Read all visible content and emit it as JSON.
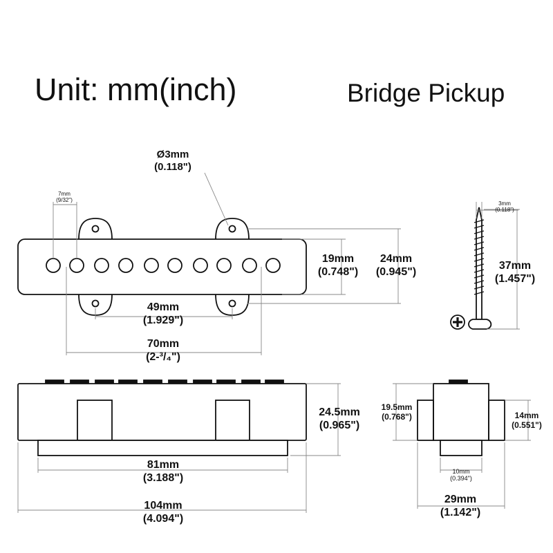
{
  "header": {
    "unit_label": "Unit: mm(inch)",
    "pickup_name": "Bridge Pickup"
  },
  "top_view": {
    "hole_diameter": {
      "mm": "Ø3mm",
      "inch": "(0.118\")"
    },
    "pole_spacing": {
      "mm": "7mm",
      "inch": "(9/32\")"
    },
    "inner_width": {
      "mm": "19mm",
      "inch": "(0.748\")"
    },
    "outer_width": {
      "mm": "24mm",
      "inch": "(0.945\")"
    },
    "mount_hole_spacing": {
      "mm": "49mm",
      "inch": "(1.929\")"
    },
    "pole_span": {
      "mm": "70mm",
      "inch": "(2-³/₄\")"
    }
  },
  "screw": {
    "diameter": {
      "mm": "3mm",
      "inch": "(0.118\")"
    },
    "length": {
      "mm": "37mm",
      "inch": "(1.457\")"
    }
  },
  "side_view": {
    "height": {
      "mm": "24.5mm",
      "inch": "(0.965\")"
    },
    "base_length": {
      "mm": "81mm",
      "inch": "(3.188\")"
    },
    "total_length": {
      "mm": "104mm",
      "inch": "(4.094\")"
    }
  },
  "end_view": {
    "body_height": {
      "mm": "19.5mm",
      "inch": "(0.768\")"
    },
    "tab_height": {
      "mm": "14mm",
      "inch": "(0.551\")"
    },
    "base_width": {
      "mm": "10mm",
      "inch": "(0.394\")"
    },
    "total_width": {
      "mm": "29mm",
      "inch": "(1.142\")"
    }
  }
}
